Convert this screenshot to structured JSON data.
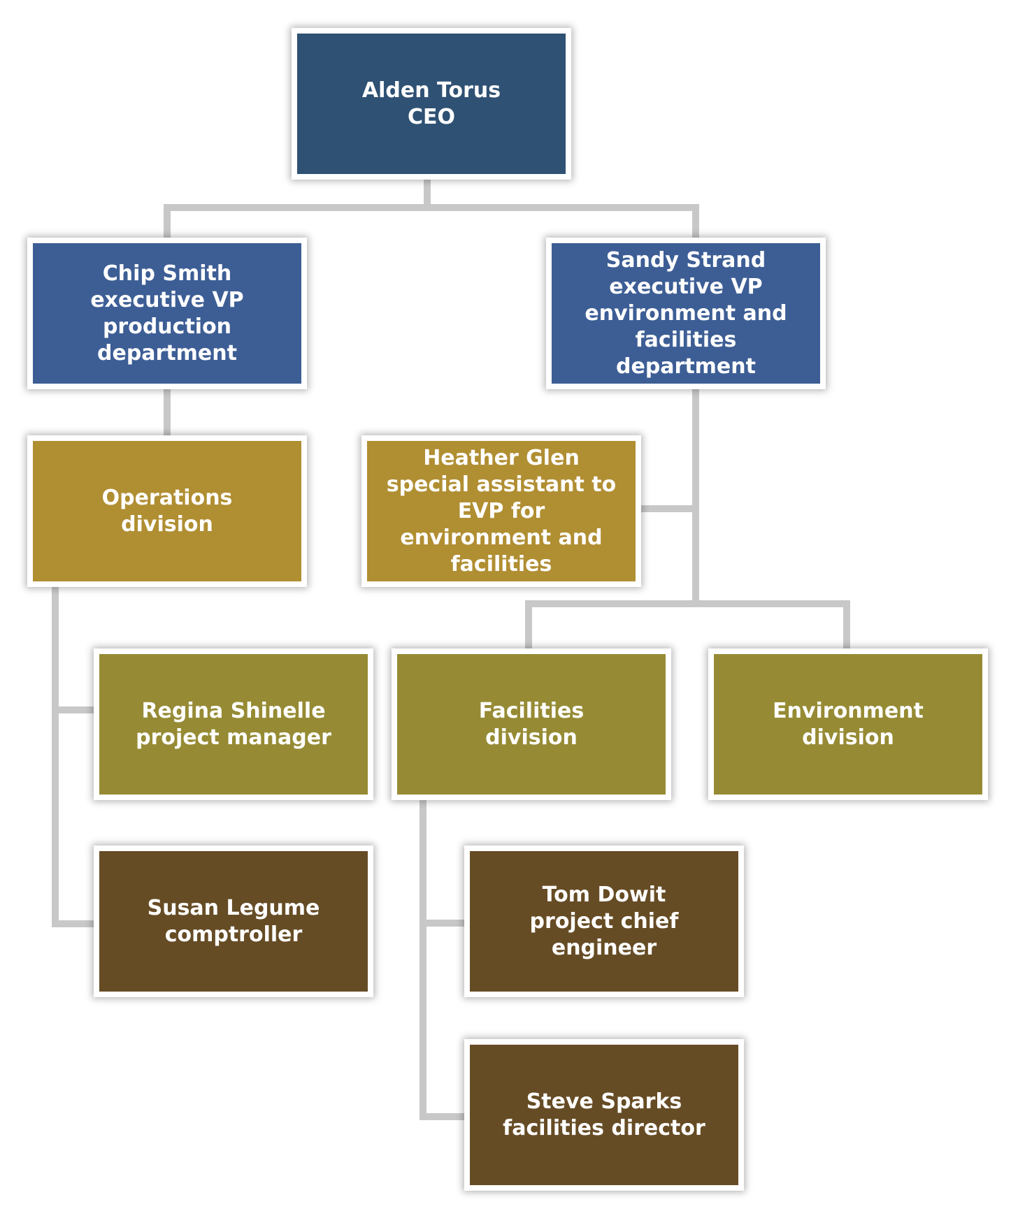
{
  "colors": {
    "ceo": "#2F5174",
    "executive_vp": "#3D5E95",
    "division_gold": "#B08E32",
    "division_olive": "#968B34",
    "staff_brown": "#664C25",
    "connector": "#C8C8C8"
  },
  "nodes": {
    "ceo": {
      "lines": [
        "Alden Torus",
        "CEO"
      ]
    },
    "chip": {
      "lines": [
        "Chip Smith",
        "executive VP",
        "production",
        "department"
      ]
    },
    "sandy": {
      "lines": [
        "Sandy Strand",
        "executive VP",
        "environment and",
        "facilities",
        "department"
      ]
    },
    "operations": {
      "lines": [
        "Operations",
        "division"
      ]
    },
    "heather": {
      "lines": [
        "Heather Glen",
        "special assistant to",
        "EVP for",
        "environment and",
        "facilities"
      ]
    },
    "regina": {
      "lines": [
        "Regina Shinelle",
        "project manager"
      ]
    },
    "facilities": {
      "lines": [
        "Facilities",
        "division"
      ]
    },
    "environment": {
      "lines": [
        "Environment",
        "division"
      ]
    },
    "susan": {
      "lines": [
        "Susan Legume",
        "comptroller"
      ]
    },
    "tom": {
      "lines": [
        "Tom Dowit",
        "project chief",
        "engineer"
      ]
    },
    "steve": {
      "lines": [
        "Steve Sparks",
        "facilities director"
      ]
    }
  }
}
